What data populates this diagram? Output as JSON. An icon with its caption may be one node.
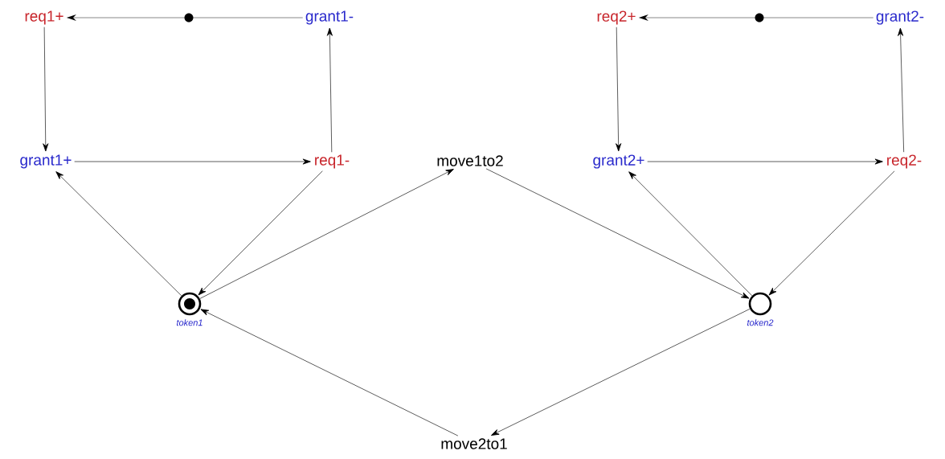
{
  "diagram": {
    "nodes": [
      {
        "text": [
          "req1+"
        ]
      },
      {
        "text": [
          "grant1-"
        ]
      },
      {
        "text": [
          "grant1+"
        ]
      },
      {
        "text": [
          "req1-"
        ]
      },
      {
        "text": [
          "move1to2"
        ]
      },
      {
        "text": [
          "req2+"
        ]
      },
      {
        "text": [
          "grant2-"
        ]
      },
      {
        "text": [
          "grant2+"
        ]
      },
      {
        "text": [
          "req2-"
        ]
      },
      {
        "text": [],
        "shape": "circle",
        "beside": [
          "token1"
        ]
      },
      {
        "text": [],
        "shape": "circle",
        "beside": [
          "token2"
        ]
      },
      {
        "text": [
          "move2to1"
        ]
      }
    ],
    "edges": [
      {
        "from": 1,
        "to": 0,
        "arrow": "to",
        "color": "#c4c4c4"
      },
      {
        "from": 0,
        "to": 2,
        "arrow": "to"
      },
      {
        "from": 2,
        "to": 3,
        "arrow": "to"
      },
      {
        "from": 3,
        "to": 1,
        "arrow": "to"
      },
      {
        "from": 6,
        "to": 5,
        "arrow": "to",
        "color": "#c4c4c4"
      },
      {
        "from": 5,
        "to": 7,
        "arrow": "to"
      },
      {
        "from": 7,
        "to": 8,
        "arrow": "to"
      },
      {
        "from": 8,
        "to": 6,
        "arrow": "to"
      },
      {
        "from": 9,
        "to": 2,
        "arrow": "to"
      },
      {
        "from": 3,
        "to": 9,
        "arrow": "to"
      },
      {
        "from": 9,
        "to": 4,
        "arrow": "to"
      },
      {
        "from": 4,
        "to": 10,
        "arrow": "to"
      },
      {
        "from": 10,
        "to": 7,
        "arrow": "to"
      },
      {
        "from": 8,
        "to": 10,
        "arrow": "to"
      },
      {
        "from": 10,
        "to": 11,
        "arrow": "to"
      },
      {
        "from": 11,
        "to": 9,
        "arrow": "to"
      }
    ]
  }
}
